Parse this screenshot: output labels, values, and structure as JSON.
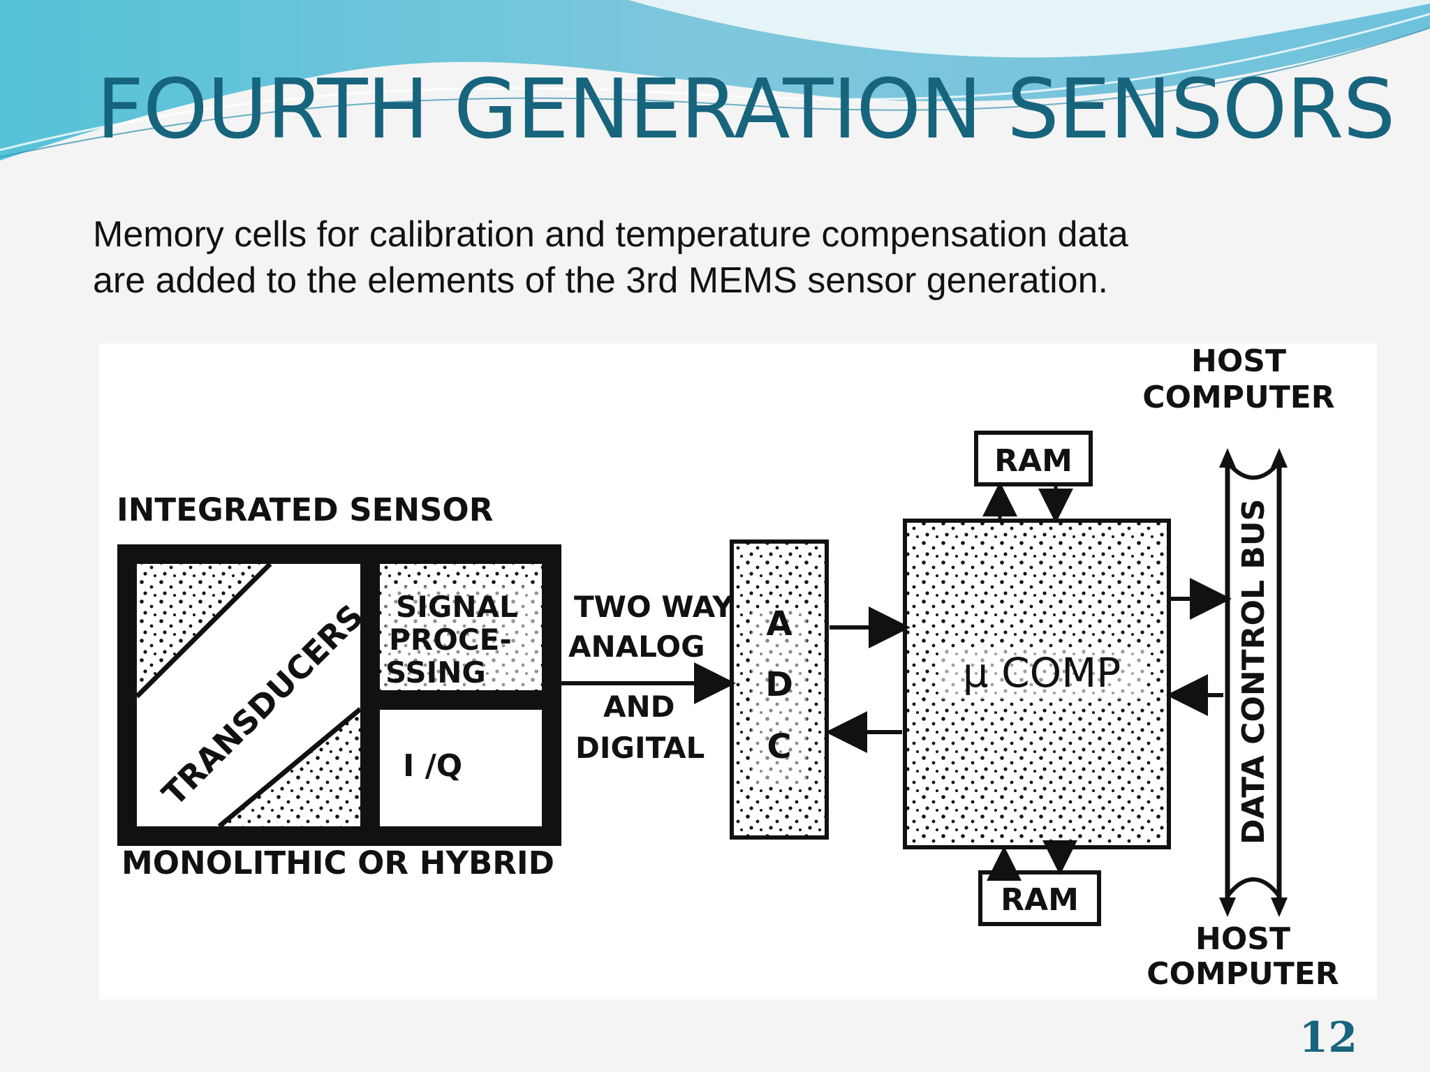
{
  "slide": {
    "title": "FOURTH GENERATION SENSORS",
    "body_lines": [
      "Memory cells for calibration and temperature compensation data",
      "are added to the elements of the 3rd MEMS sensor generation."
    ],
    "page_number": "12"
  },
  "diagram": {
    "integrated_sensor_label": "INTEGRATED SENSOR",
    "monolithic_label": "MONOLITHIC OR HYBRID",
    "transducers_label": "TRANSDUCERS",
    "signal_processing_lines": [
      "SIGNAL",
      "PROCE-",
      "SSING"
    ],
    "io_label": "I /Q",
    "link_lines": [
      "TWO WAY",
      "ANALOG",
      "AND",
      "DIGITAL"
    ],
    "adc_letters": [
      "A",
      "D",
      "C"
    ],
    "mu_comp_label": "μ COMP",
    "ram_top": "RAM",
    "ram_bottom": "RAM",
    "bus_label": "DATA CONTROL BUS",
    "host_top_lines": [
      "HOST",
      "COMPUTER"
    ],
    "host_bottom_lines": [
      "HOST",
      "COMPUTER"
    ]
  },
  "colors": {
    "title": "#17647d",
    "wave_dark": "#4fb0c9",
    "wave_light": "#9fd6e6",
    "diagram_ink": "#111111"
  }
}
